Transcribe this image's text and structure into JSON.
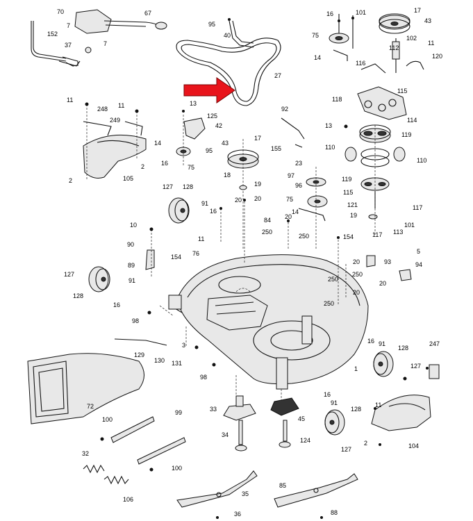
{
  "callouts": [
    {
      "id": "c70",
      "label": "70"
    },
    {
      "id": "c67",
      "label": "67"
    },
    {
      "id": "c152",
      "label": "152"
    },
    {
      "id": "c7a",
      "label": "7"
    },
    {
      "id": "c7b",
      "label": "7"
    },
    {
      "id": "c37",
      "label": "37"
    },
    {
      "id": "c95a",
      "label": "95"
    },
    {
      "id": "c40",
      "label": "40"
    },
    {
      "id": "c27",
      "label": "27"
    },
    {
      "id": "c16a",
      "label": "16"
    },
    {
      "id": "c101a",
      "label": "101"
    },
    {
      "id": "c17a",
      "label": "17"
    },
    {
      "id": "c43a",
      "label": "43"
    },
    {
      "id": "c75a",
      "label": "75"
    },
    {
      "id": "c102",
      "label": "102"
    },
    {
      "id": "c112",
      "label": "112"
    },
    {
      "id": "c11a",
      "label": "11"
    },
    {
      "id": "c14a",
      "label": "14"
    },
    {
      "id": "c116",
      "label": "116"
    },
    {
      "id": "c120",
      "label": "120"
    },
    {
      "id": "c115a",
      "label": "115"
    },
    {
      "id": "c118",
      "label": "118"
    },
    {
      "id": "c11b",
      "label": "11"
    },
    {
      "id": "c248",
      "label": "248"
    },
    {
      "id": "c11c",
      "label": "11"
    },
    {
      "id": "c249",
      "label": "249"
    },
    {
      "id": "c13a",
      "label": "13"
    },
    {
      "id": "c125",
      "label": "125"
    },
    {
      "id": "c42",
      "label": "42"
    },
    {
      "id": "c92",
      "label": "92"
    },
    {
      "id": "c114",
      "label": "114"
    },
    {
      "id": "c13b",
      "label": "13"
    },
    {
      "id": "c119a",
      "label": "119"
    },
    {
      "id": "c14b",
      "label": "14"
    },
    {
      "id": "c95b",
      "label": "95"
    },
    {
      "id": "c43b",
      "label": "43"
    },
    {
      "id": "c17b",
      "label": "17"
    },
    {
      "id": "c155",
      "label": "155"
    },
    {
      "id": "c110a",
      "label": "110"
    },
    {
      "id": "c110b",
      "label": "110"
    },
    {
      "id": "c2a",
      "label": "2"
    },
    {
      "id": "c16b",
      "label": "16"
    },
    {
      "id": "c75b",
      "label": "75"
    },
    {
      "id": "c23",
      "label": "23"
    },
    {
      "id": "c2b",
      "label": "2"
    },
    {
      "id": "c105",
      "label": "105"
    },
    {
      "id": "c18",
      "label": "18"
    },
    {
      "id": "c19a",
      "label": "19"
    },
    {
      "id": "c97",
      "label": "97"
    },
    {
      "id": "c119b",
      "label": "119"
    },
    {
      "id": "c96",
      "label": "96"
    },
    {
      "id": "c115b",
      "label": "115"
    },
    {
      "id": "c127a",
      "label": "127"
    },
    {
      "id": "c128a",
      "label": "128"
    },
    {
      "id": "c75c",
      "label": "75"
    },
    {
      "id": "c20a",
      "label": "20"
    },
    {
      "id": "c20b",
      "label": "20"
    },
    {
      "id": "c91a",
      "label": "91"
    },
    {
      "id": "c16c",
      "label": "16"
    },
    {
      "id": "c121",
      "label": "121"
    },
    {
      "id": "c117a",
      "label": "117"
    },
    {
      "id": "c14c",
      "label": "14"
    },
    {
      "id": "c19b",
      "label": "19"
    },
    {
      "id": "c10",
      "label": "10"
    },
    {
      "id": "c84",
      "label": "84"
    },
    {
      "id": "c20c",
      "label": "20"
    },
    {
      "id": "c101b",
      "label": "101"
    },
    {
      "id": "c250a",
      "label": "250"
    },
    {
      "id": "c11d",
      "label": "11"
    },
    {
      "id": "c250b",
      "label": "250"
    },
    {
      "id": "c117b",
      "label": "117"
    },
    {
      "id": "c113",
      "label": "113"
    },
    {
      "id": "c90",
      "label": "90"
    },
    {
      "id": "c154a",
      "label": "154"
    },
    {
      "id": "c5",
      "label": "5"
    },
    {
      "id": "c76",
      "label": "76"
    },
    {
      "id": "c154b",
      "label": "154"
    },
    {
      "id": "c89",
      "label": "89"
    },
    {
      "id": "c93",
      "label": "93"
    },
    {
      "id": "c94",
      "label": "94"
    },
    {
      "id": "c127b",
      "label": "127"
    },
    {
      "id": "c91b",
      "label": "91"
    },
    {
      "id": "c20d",
      "label": "20"
    },
    {
      "id": "c250c",
      "label": "250"
    },
    {
      "id": "c250d",
      "label": "250"
    },
    {
      "id": "c20e",
      "label": "20"
    },
    {
      "id": "c128b",
      "label": "128"
    },
    {
      "id": "c16d",
      "label": "16"
    },
    {
      "id": "c250e",
      "label": "250"
    },
    {
      "id": "c20f",
      "label": "20"
    },
    {
      "id": "c98a",
      "label": "98"
    },
    {
      "id": "c3",
      "label": "3"
    },
    {
      "id": "c129",
      "label": "129"
    },
    {
      "id": "c16e",
      "label": "16"
    },
    {
      "id": "c91c",
      "label": "91"
    },
    {
      "id": "c128c",
      "label": "128"
    },
    {
      "id": "c247",
      "label": "247"
    },
    {
      "id": "c130",
      "label": "130"
    },
    {
      "id": "c131",
      "label": "131"
    },
    {
      "id": "c1",
      "label": "1"
    },
    {
      "id": "c127c",
      "label": "127"
    },
    {
      "id": "c98b",
      "label": "98"
    },
    {
      "id": "c72",
      "label": "72"
    },
    {
      "id": "c16f",
      "label": "16"
    },
    {
      "id": "c91d",
      "label": "91"
    },
    {
      "id": "c33",
      "label": "33"
    },
    {
      "id": "c45",
      "label": "45"
    },
    {
      "id": "c128d",
      "label": "128"
    },
    {
      "id": "c11e",
      "label": "11"
    },
    {
      "id": "c99",
      "label": "99"
    },
    {
      "id": "c100a",
      "label": "100"
    },
    {
      "id": "c34",
      "label": "34"
    },
    {
      "id": "c124",
      "label": "124"
    },
    {
      "id": "c127d",
      "label": "127"
    },
    {
      "id": "c2c",
      "label": "2"
    },
    {
      "id": "c104",
      "label": "104"
    },
    {
      "id": "c32",
      "label": "32"
    },
    {
      "id": "c100b",
      "label": "100"
    },
    {
      "id": "c85",
      "label": "85"
    },
    {
      "id": "c35",
      "label": "35"
    },
    {
      "id": "c106",
      "label": "106"
    },
    {
      "id": "c36",
      "label": "36"
    },
    {
      "id": "c88",
      "label": "88"
    }
  ],
  "colors": {
    "arrow": "#e8141b",
    "ink": "#111111",
    "paper": "#ffffff",
    "shade": "#e8e8e8"
  }
}
